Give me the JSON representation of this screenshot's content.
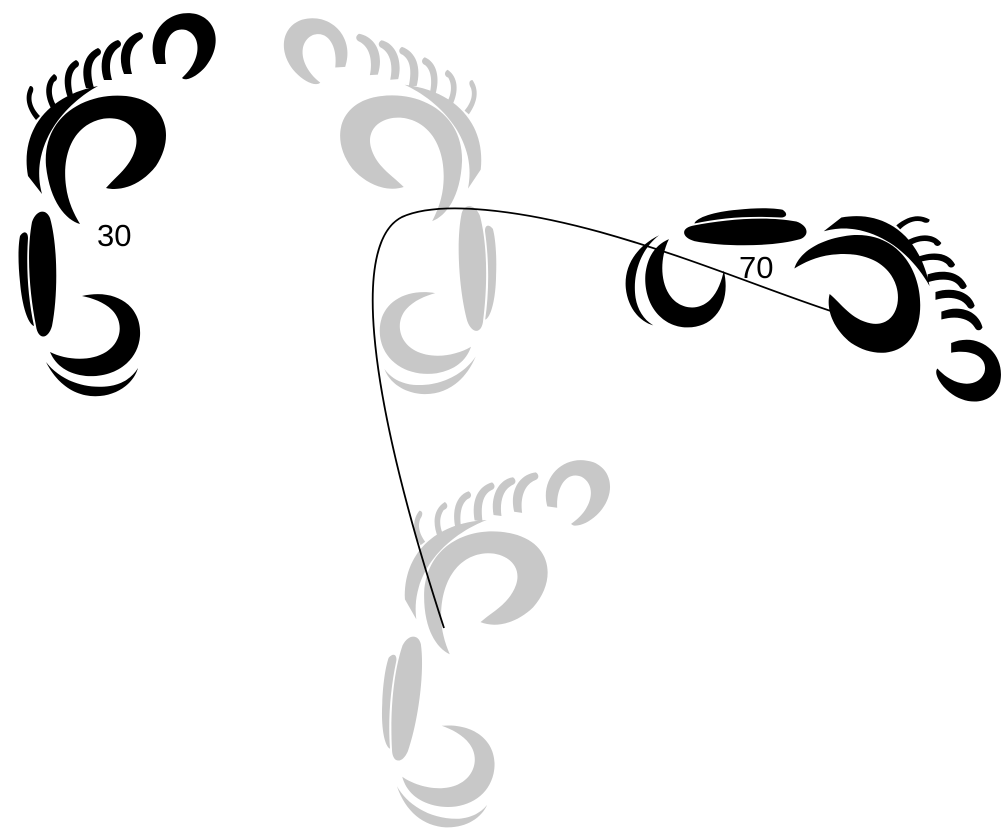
{
  "labels": {
    "left_footprint": "30",
    "right_footprint": "70"
  },
  "colors": {
    "active_footprint": "#000000",
    "ghost_footprint": "#c8c8c8",
    "path_line": "#000000",
    "background": "#ffffff"
  },
  "icons": {
    "footprint": "footprint-icon",
    "arrow": "arrow-path"
  }
}
